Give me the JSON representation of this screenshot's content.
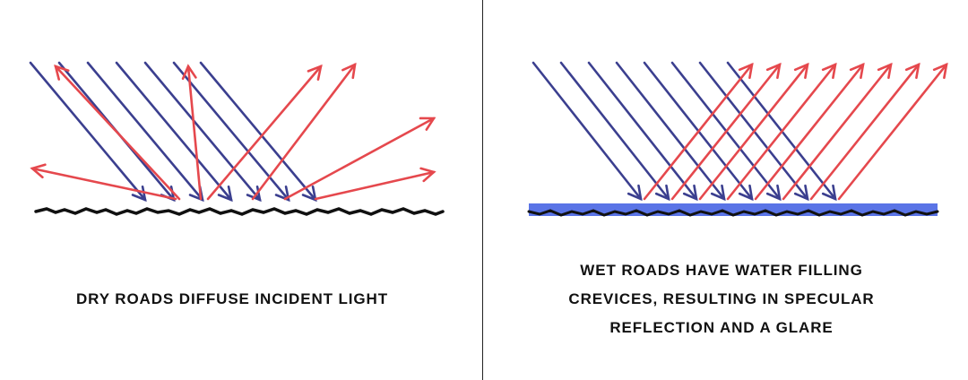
{
  "colors": {
    "incident": "#3b3f8f",
    "reflected": "#e5484d",
    "water": "#5a74e6",
    "surface": "#111111"
  },
  "panels": {
    "dry": {
      "caption": "DRY ROADS DIFFUSE INCIDENT LIGHT"
    },
    "wet": {
      "caption_lines": [
        "WET ROADS HAVE WATER FILLING",
        "CREVICES, RESULTING IN SPECULAR",
        "REFLECTION AND A GLARE"
      ]
    }
  }
}
